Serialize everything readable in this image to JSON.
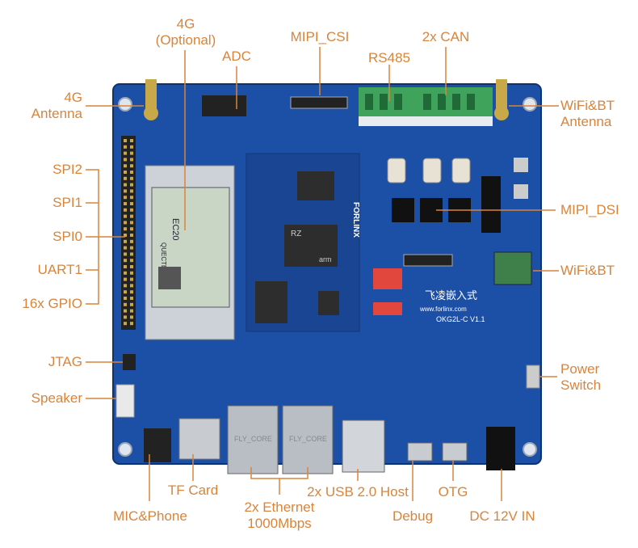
{
  "labels": {
    "g4_optional": [
      "4G",
      "(Optional)"
    ],
    "adc": "ADC",
    "mipi_csi": "MIPI_CSI",
    "can": "2x CAN",
    "rs485": "RS485",
    "g4_antenna": [
      "4G",
      "Antenna"
    ],
    "wifi_bt_antenna": [
      "WiFi&BT",
      "Antenna"
    ],
    "spi2": "SPI2",
    "spi1": "SPI1",
    "spi0": "SPI0",
    "uart1": "UART1",
    "gpio": "16x GPIO",
    "mipi_dsi": "MIPI_DSI",
    "wifi_bt": "WiFi&BT",
    "jtag": "JTAG",
    "speaker": "Speaker",
    "power_switch": [
      "Power",
      "Switch"
    ],
    "tf_card": "TF Card",
    "mic_phone": "MIC&Phone",
    "ethernet": [
      "2x Ethernet",
      "1000Mbps"
    ],
    "usb_host": "2x USB 2.0 Host",
    "debug": "Debug",
    "otg": "OTG",
    "dc_in": "DC 12V IN"
  },
  "board": {
    "brand": "FORLINX",
    "brand_cn": "飞凌嵌入式",
    "url": "www.forlinx.com",
    "model": "OKG2L-C V1.1",
    "module_brand": "QUECTEL",
    "module_model": "EC20",
    "cpu_brand": "RZ",
    "eth_text": "FLY_CORE",
    "chip_text": "arm"
  },
  "colors": {
    "accent": "#d9843a",
    "pcb": "#1c4fa6",
    "pcb_dark": "#123a80",
    "terminal": "#3fa35c"
  }
}
